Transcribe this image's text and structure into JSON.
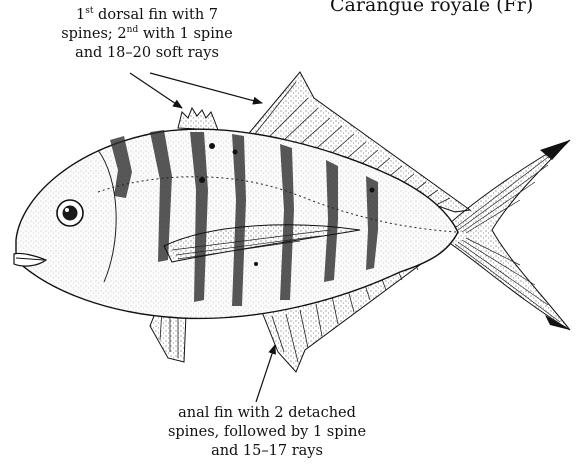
{
  "header": {
    "title": "Carangue royale (Fr)"
  },
  "callouts": {
    "dorsal": {
      "line1_sup_a": "1",
      "line1_sup_b": "st",
      "line1_rest": " dorsal fin with 7",
      "line2_a": "spines; 2",
      "line2_sup": "nd",
      "line2_b": " with 1 spine",
      "line3": "and 18–20 soft rays"
    },
    "anal": {
      "line1": "anal fin with 2 detached",
      "line2": "spines, followed by 1 spine",
      "line3": "and 15–17 rays"
    }
  },
  "colors": {
    "ink": "#111111",
    "bar": "#2a2a2a",
    "background": "#ffffff"
  }
}
